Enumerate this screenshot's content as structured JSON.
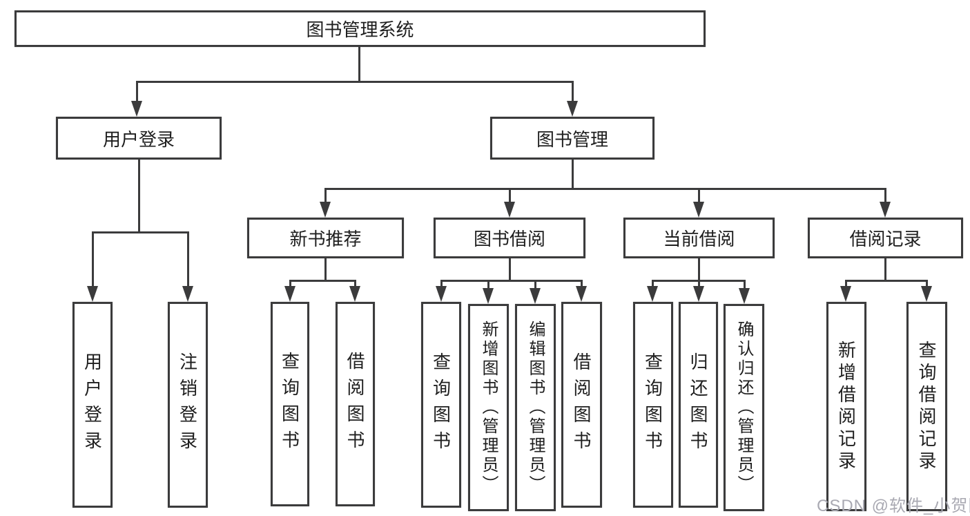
{
  "tree": {
    "label": "图书管理系统",
    "children": [
      {
        "label": "用户登录",
        "children": [
          {
            "label": "用户登录"
          },
          {
            "label": "注销登录"
          }
        ]
      },
      {
        "label": "图书管理",
        "children": [
          {
            "label": "新书推荐",
            "children": [
              {
                "label": "查询图书"
              },
              {
                "label": "借阅图书"
              }
            ]
          },
          {
            "label": "图书借阅",
            "children": [
              {
                "label": "查询图书"
              },
              {
                "label": "新增图书（管理员）"
              },
              {
                "label": "编辑图书（管理员）"
              },
              {
                "label": "借阅图书"
              }
            ]
          },
          {
            "label": "当前借阅",
            "children": [
              {
                "label": "查询图书"
              },
              {
                "label": "归还图书"
              },
              {
                "label": "确认归还（管理员）"
              }
            ]
          },
          {
            "label": "借阅记录",
            "children": [
              {
                "label": "新增借阅记录"
              },
              {
                "label": "查询借阅记录"
              }
            ]
          }
        ]
      }
    ]
  },
  "watermark": {
    "text": "CSDN @软件_小贺同学"
  },
  "colors": {
    "line": "#3b3b3c",
    "box_border": "#3b3b3c",
    "text": "#1e1e1e",
    "background": "#ffffff",
    "watermark": "#a9a9b2"
  }
}
